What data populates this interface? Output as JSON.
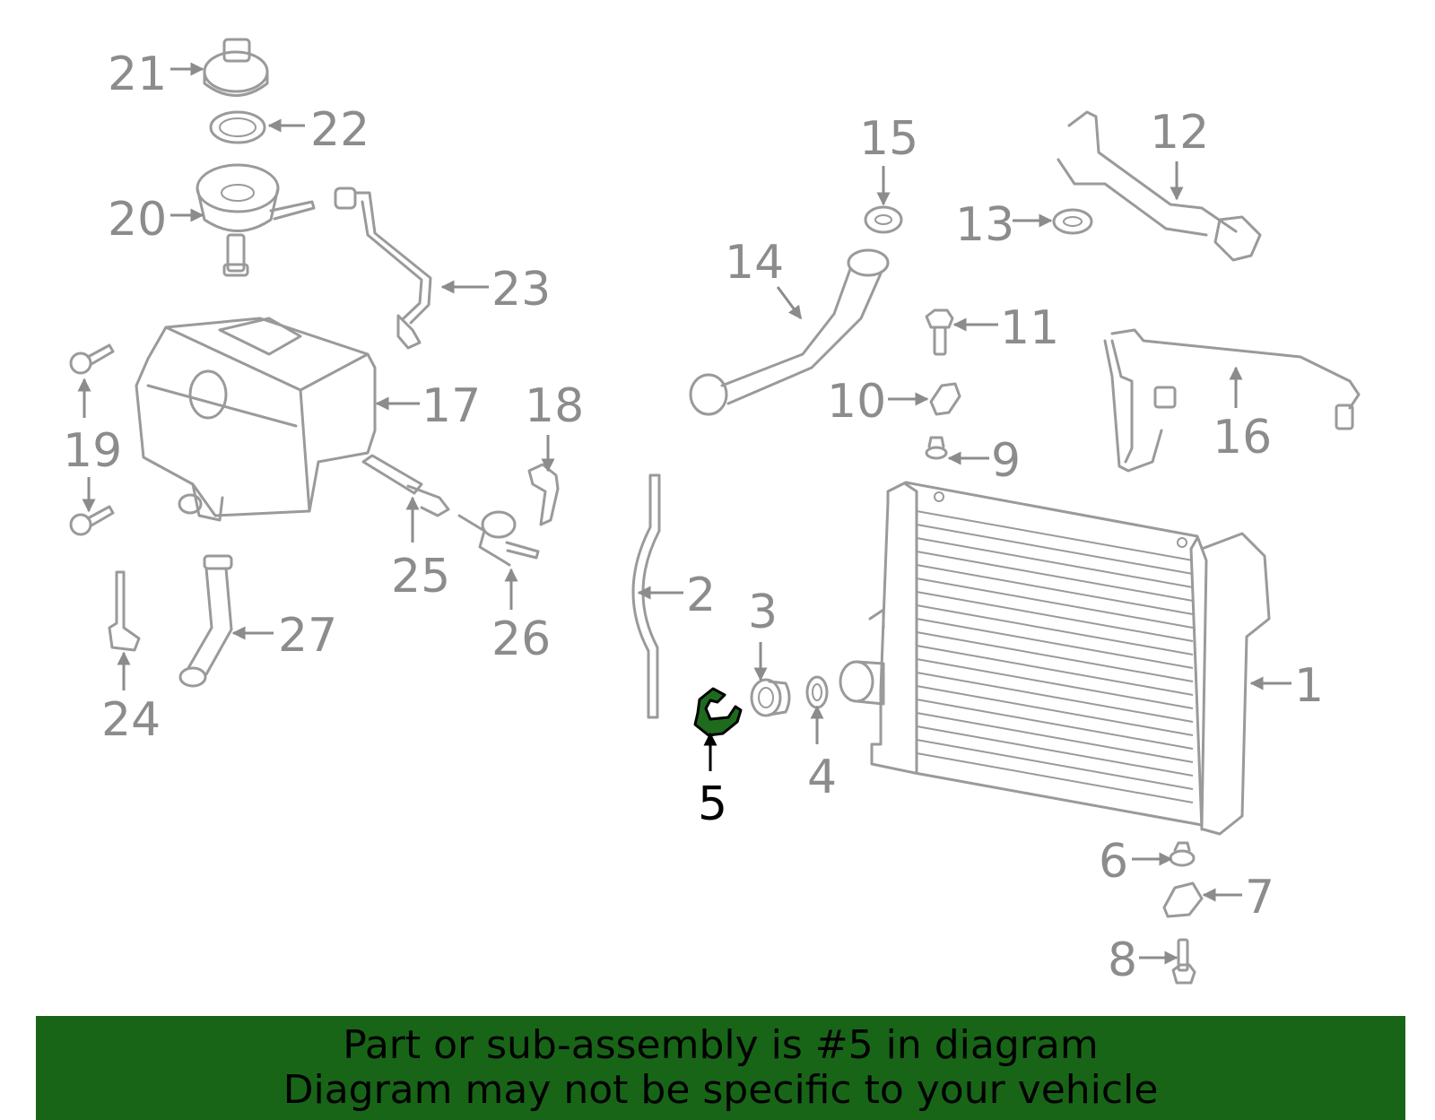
{
  "colors": {
    "part_outline": "#9a9a9a",
    "highlight_fill": "#1e6b1e",
    "banner_background": "#186518",
    "active_label": "#000000",
    "inactive_label": "#8c8c8c"
  },
  "highlighted_part": "5",
  "callouts": [
    "1",
    "2",
    "3",
    "4",
    "5",
    "6",
    "7",
    "8",
    "9",
    "10",
    "11",
    "12",
    "13",
    "14",
    "15",
    "16",
    "17",
    "18",
    "19",
    "20",
    "21",
    "22",
    "23",
    "24",
    "25",
    "26",
    "27"
  ],
  "banner": {
    "line1": "Part or sub-assembly is #5 in diagram",
    "line2": "Diagram may not be specific to your vehicle"
  }
}
